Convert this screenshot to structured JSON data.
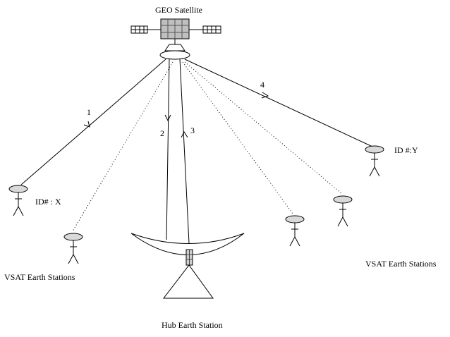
{
  "satellite": {
    "label": "GEO Satellite"
  },
  "hub": {
    "label": "Hub Earth Station"
  },
  "vsat_groups": {
    "left_label": "VSAT Earth Stations",
    "right_label": "VSAT Earth Stations"
  },
  "stations": {
    "x_id": "ID# : X",
    "y_id": "ID #:Y"
  },
  "links": {
    "link_1": "1",
    "link_2": "2",
    "link_3": "3",
    "link_4": "4"
  }
}
